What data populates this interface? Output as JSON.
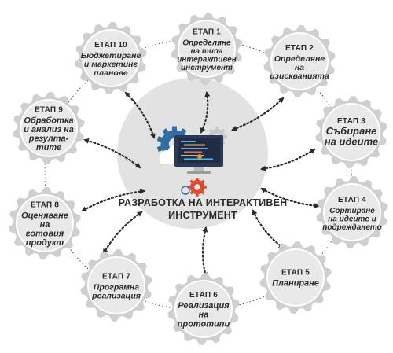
{
  "colors": {
    "gear_fill": "#e9e9e9",
    "gear_ring": "#cfcfcf",
    "center_fill": "#e2e2e2",
    "text": "#2b2b2b",
    "arrow": "#2b2b2b",
    "accent_blue": "#2f6da3",
    "accent_red": "#e0482f",
    "accent_gold": "#d9a21b",
    "screen": "#2a3a55"
  },
  "center": {
    "title_line1": "РАЗРАБОТКА НА ИНТЕРАКТИВЕН",
    "title_line2": "ИНСТРУМЕНТ",
    "icons": [
      "gears-icon",
      "monitor-icon",
      "cloud-icon",
      "settings-icon"
    ]
  },
  "stages": [
    {
      "title": "ЕТАП 1",
      "lines": [
        "Определяне",
        "на типа",
        "интерактивен",
        "инструмент"
      ]
    },
    {
      "title": "ЕТАП 2",
      "lines": [
        "Определяне",
        "на",
        "изискванията"
      ]
    },
    {
      "title": "ЕТАП 3",
      "lines": [
        "Събиране",
        "на идеите"
      ]
    },
    {
      "title": "ЕТАП 4",
      "lines": [
        "Сортиране",
        "на идеите и",
        "подреждането"
      ]
    },
    {
      "title": "ЕТАП 5",
      "lines": [
        "Планиране"
      ]
    },
    {
      "title": "ЕТАП 6",
      "lines": [
        "Реализация",
        "на",
        "прототипи"
      ]
    },
    {
      "title": "ЕТАП 7",
      "lines": [
        "Програмна",
        "реализация"
      ]
    },
    {
      "title": "ЕТАП 8",
      "lines": [
        "Оценяване",
        "на",
        "готовия",
        "продукт"
      ]
    },
    {
      "title": "ЕТАП 9",
      "lines": [
        "Обработка",
        "и анализ на",
        "резулта-",
        "тите"
      ]
    },
    {
      "title": "ЕТАП 10",
      "lines": [
        "Бюджетиране",
        "и маркетинг",
        "планове"
      ]
    }
  ]
}
